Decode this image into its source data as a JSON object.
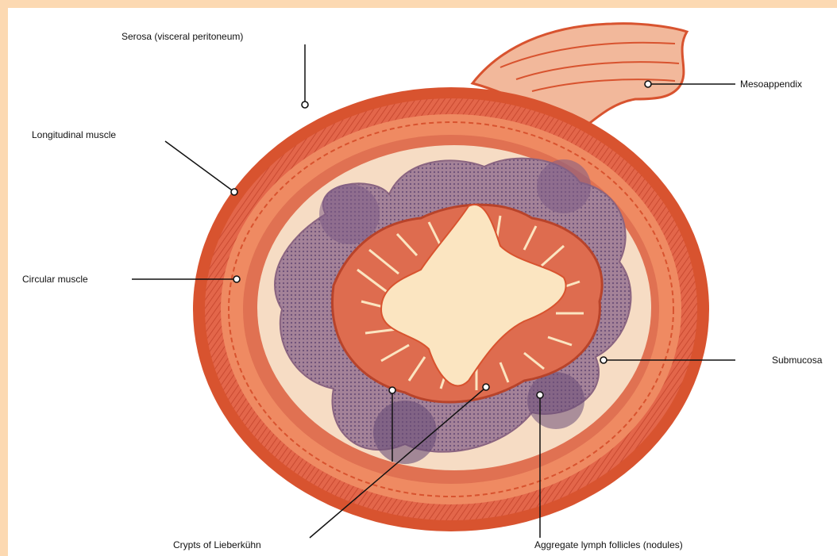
{
  "diagram": {
    "labels": {
      "serosa": "Serosa (visceral peritoneum)",
      "longitudinal_muscle": "Longitudinal muscle",
      "circular_muscle": "Circular muscle",
      "mesoappendix": "Mesoappendix",
      "submucosa": "Submucosa",
      "crypts": "Crypts of Lieberkühn",
      "lymph_follicles": "Aggregate lymph follicles (nodules)"
    }
  },
  "colors": {
    "border": "#fcd9b2",
    "serosa_outer": "#d8532f",
    "muscle_light": "#ef8a62",
    "submucosa": "#f6dcc4",
    "lymphoid": "#9a7890",
    "lumen": "#fbe5c1",
    "villi": "#de6c4f"
  }
}
